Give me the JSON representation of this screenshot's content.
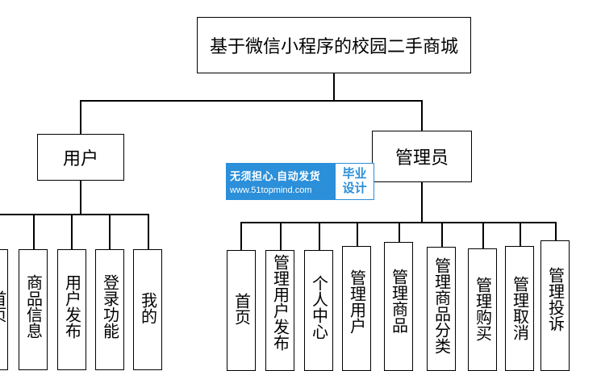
{
  "root": {
    "label": "基于微信小程序的校园二手商城"
  },
  "user": {
    "label": "用户",
    "children": [
      "首页",
      "商品信息",
      "用户发布",
      "登录功能",
      "我的"
    ]
  },
  "admin": {
    "label": "管理员",
    "children": [
      "首页",
      "管理用户发布",
      "个人中心",
      "管理用户",
      "管理商品",
      "管理商品分类",
      "管理购买",
      "管理取消",
      "管理投诉"
    ]
  },
  "watermark": {
    "line1": "无须担心.自动发货",
    "line2": "www.51topmind.com",
    "badge1": "毕业",
    "badge2": "设计"
  }
}
